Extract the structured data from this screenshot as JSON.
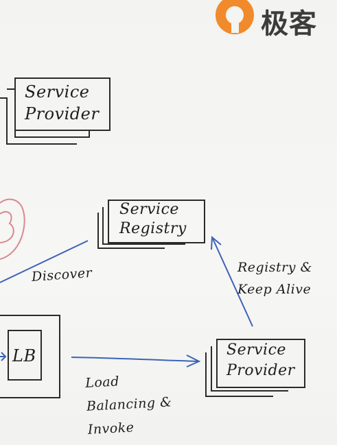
{
  "diagram": {
    "nodes": {
      "provider_top": "Service Provider",
      "registry": "Service Registry",
      "lb": "LB",
      "provider_bottom": "Service Provider"
    },
    "edge_labels": {
      "discover": "Discover",
      "registry_keepalive": "Registry & Keep Alive",
      "load_balancing": "Load Balancing & Invoke"
    }
  },
  "logo": {
    "text": "极客"
  },
  "colors": {
    "ink": "#1e1e1e",
    "arrow_blue": "#3b63b8",
    "marker_red": "#d8888f",
    "logo_orange": "#f08a2b"
  }
}
